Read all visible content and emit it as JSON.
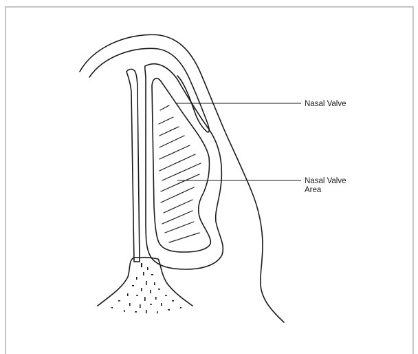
{
  "diagram": {
    "labels": {
      "nasal_valve": "Nasal Valve",
      "nasal_valve_area_line1": "Nasal Valve",
      "nasal_valve_area_line2": "Area"
    },
    "colors": {
      "stroke": "#1a1a1a",
      "frame": "#8a8a8a",
      "background": "#ffffff"
    }
  }
}
